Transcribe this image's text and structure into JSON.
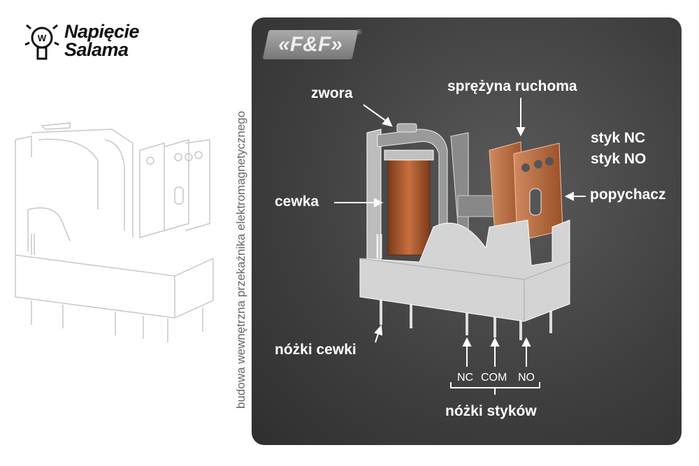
{
  "logo": {
    "line1": "Napięcie",
    "line2": "Salama",
    "bulb_letter": "W"
  },
  "side_caption": "budowa wewnętrzna przekaźnika elektromagnetycznego",
  "brand_logo": {
    "text": "«F&F»",
    "registered": "®"
  },
  "labels": {
    "zwora": "zwora",
    "sprezyna": "sprężyna ruchoma",
    "styk_nc": "styk NC",
    "styk_no": "styk NO",
    "cewka": "cewka",
    "popychacz": "popychacz",
    "nozki_cewki": "nóżki cewki",
    "nc": "NC",
    "com": "COM",
    "no": "NO",
    "nozki_stykow": "nóżki styków"
  },
  "colors": {
    "panel": "#3e3e3e",
    "label": "#ffffff",
    "copper": "#b8643a",
    "housing": "#cfcfcf"
  }
}
